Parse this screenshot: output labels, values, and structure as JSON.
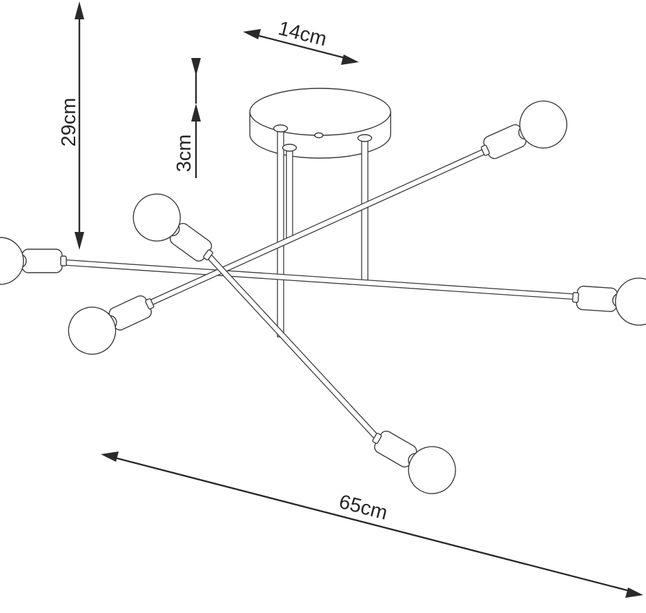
{
  "dimensions": {
    "total_height": "29cm",
    "canopy_height": "3cm",
    "canopy_diameter": "14cm",
    "total_width": "65cm"
  },
  "colors": {
    "line": "#3a3a3a",
    "dimension": "#2a2a2a",
    "background": "#ffffff"
  }
}
